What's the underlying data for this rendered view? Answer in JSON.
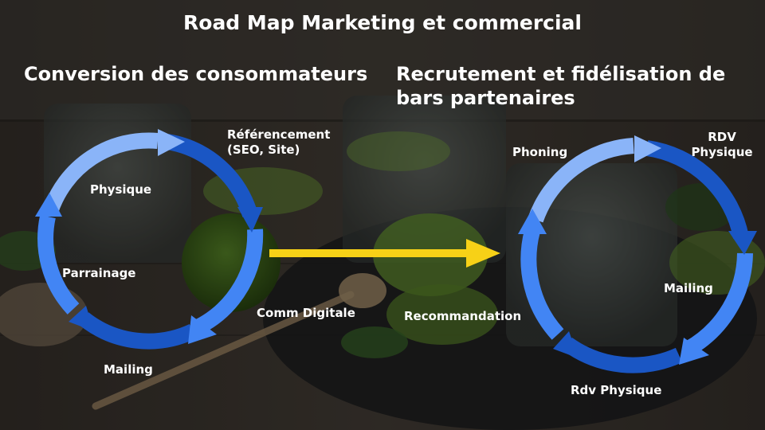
{
  "title": "Road Map Marketing et commercial",
  "left": {
    "heading": "Conversion des consommateurs",
    "labels": {
      "referencement_line1": "Référencement",
      "referencement_line2": "(SEO, Site)",
      "physique": "Physique",
      "parrainage": "Parrainage",
      "comm_digitale": "Comm Digitale",
      "mailing": "Mailing"
    }
  },
  "right": {
    "heading": "Recrutement et fidélisation de bars partenaires",
    "labels": {
      "phoning": "Phoning",
      "rdv_physique_top_line1": "RDV",
      "rdv_physique_top_line2": "Physique",
      "mailing": "Mailing",
      "recommandation": "Recommandation",
      "rdv_physique_bottom": "Rdv Physique"
    }
  },
  "colors": {
    "arrow_light": "#8ab4f8",
    "arrow_mid": "#4285f4",
    "arrow_dark": "#1a56c4",
    "connector": "#f7d117",
    "text": "#ffffff"
  }
}
